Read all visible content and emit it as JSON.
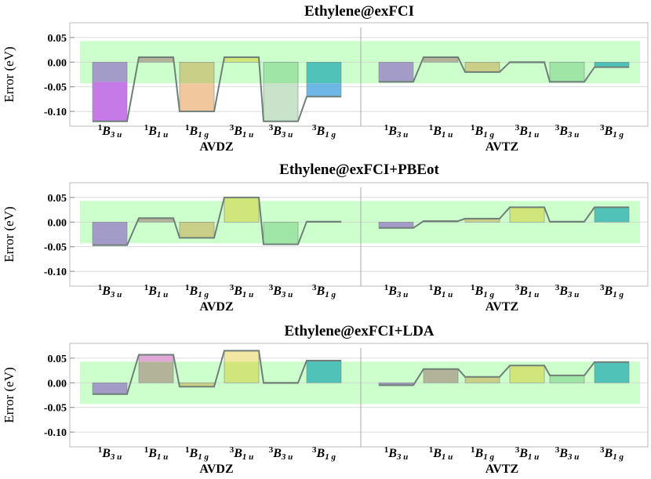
{
  "chart_data": [
    {
      "type": "bar",
      "title": "Ethylene@exFCI",
      "ylabel": "Error (eV)",
      "ylim": [
        -0.13,
        0.08
      ],
      "yticks": [
        "0.05",
        "0.00",
        "-0.05",
        "-0.10"
      ],
      "band": [
        -0.043,
        0.043
      ],
      "groups": [
        {
          "label": "AVDZ",
          "states": [
            {
              "label": "1B3u",
              "top": -0.04,
              "bottom": -0.12,
              "colors": [
                "#a39bc8",
                "#c57ae8"
              ]
            },
            {
              "label": "1B1u",
              "top": 0.01,
              "bottom": 0.0,
              "colors": [
                "#b3b399"
              ]
            },
            {
              "label": "1B1g",
              "top": -0.1,
              "bottom": 0.0,
              "colors": [
                "#c9cf86",
                "#f1c79d"
              ]
            },
            {
              "label": "3B1u",
              "top": 0.01,
              "bottom": 0.0,
              "colors": [
                "#d1e67a"
              ]
            },
            {
              "label": "3B3u",
              "top": -0.12,
              "bottom": 0.0,
              "colors": [
                "#9fe6a6",
                "#c9e3cb"
              ]
            },
            {
              "label": "3B1g",
              "top": -0.07,
              "bottom": 0.0,
              "colors": [
                "#50c2b8",
                "#6fb7e6"
              ]
            }
          ]
        },
        {
          "label": "AVTZ",
          "states": [
            {
              "label": "1B3u",
              "top": -0.04,
              "bottom": 0.0,
              "colors": [
                "#a39bc8"
              ]
            },
            {
              "label": "1B1u",
              "top": 0.01,
              "bottom": 0.0,
              "colors": [
                "#b3b399"
              ]
            },
            {
              "label": "1B1g",
              "top": -0.02,
              "bottom": 0.0,
              "colors": [
                "#c9cf86"
              ]
            },
            {
              "label": "3B1u",
              "top": 0.0,
              "bottom": 0.0,
              "colors": [
                "#d1e67a"
              ]
            },
            {
              "label": "3B3u",
              "top": -0.04,
              "bottom": 0.0,
              "colors": [
                "#9fe6a6"
              ]
            },
            {
              "label": "3B1g",
              "top": -0.01,
              "bottom": 0.0,
              "colors": [
                "#50c2b8"
              ]
            }
          ]
        }
      ]
    },
    {
      "type": "bar",
      "title": "Ethylene@exFCI+PBEot",
      "ylabel": "Error (eV)",
      "ylim": [
        -0.13,
        0.08
      ],
      "yticks": [
        "0.05",
        "0.00",
        "-0.05",
        "-0.10"
      ],
      "band": [
        -0.043,
        0.043
      ],
      "groups": [
        {
          "label": "AVDZ",
          "states": [
            {
              "label": "1B3u",
              "top": -0.047,
              "bottom": 0.0,
              "colors": [
                "#a39bc8"
              ]
            },
            {
              "label": "1B1u",
              "top": 0.008,
              "bottom": 0.0,
              "colors": [
                "#b3b399"
              ]
            },
            {
              "label": "1B1g",
              "top": -0.032,
              "bottom": 0.0,
              "colors": [
                "#c9cf86"
              ]
            },
            {
              "label": "3B1u",
              "top": 0.05,
              "bottom": 0.0,
              "colors": [
                "#d1e67a"
              ]
            },
            {
              "label": "3B3u",
              "top": -0.045,
              "bottom": 0.0,
              "colors": [
                "#9fe6a6"
              ]
            },
            {
              "label": "3B1g",
              "top": 0.001,
              "bottom": 0.0,
              "colors": [
                "#50c2b8"
              ]
            }
          ]
        },
        {
          "label": "AVTZ",
          "states": [
            {
              "label": "1B3u",
              "top": -0.012,
              "bottom": 0.0,
              "colors": [
                "#a39bc8"
              ]
            },
            {
              "label": "1B1u",
              "top": 0.002,
              "bottom": 0.0,
              "colors": [
                "#b3b399"
              ]
            },
            {
              "label": "1B1g",
              "top": 0.007,
              "bottom": 0.0,
              "colors": [
                "#c9cf86"
              ]
            },
            {
              "label": "3B1u",
              "top": 0.03,
              "bottom": 0.0,
              "colors": [
                "#d1e67a"
              ]
            },
            {
              "label": "3B3u",
              "top": 0.001,
              "bottom": 0.0,
              "colors": [
                "#9fe6a6"
              ]
            },
            {
              "label": "3B1g",
              "top": 0.03,
              "bottom": 0.0,
              "colors": [
                "#50c2b8"
              ]
            }
          ]
        }
      ]
    },
    {
      "type": "bar",
      "title": "Ethylene@exFCI+LDA",
      "ylabel": "Error (eV)",
      "ylim": [
        -0.13,
        0.08
      ],
      "yticks": [
        "0.05",
        "0.00",
        "-0.05",
        "-0.10"
      ],
      "band": [
        -0.043,
        0.043
      ],
      "groups": [
        {
          "label": "AVDZ",
          "states": [
            {
              "label": "1B3u",
              "top": -0.023,
              "bottom": 0.0,
              "colors": [
                "#a39bc8"
              ]
            },
            {
              "label": "1B1u",
              "top": 0.057,
              "bottom": 0.0,
              "colors": [
                "#b3b399",
                "#e0a8d6"
              ]
            },
            {
              "label": "1B1g",
              "top": -0.008,
              "bottom": 0.0,
              "colors": [
                "#c9cf86"
              ]
            },
            {
              "label": "3B1u",
              "top": 0.065,
              "bottom": 0.0,
              "colors": [
                "#d1e67a",
                "#f0e7a3"
              ]
            },
            {
              "label": "3B3u",
              "top": 0.0,
              "bottom": 0.0,
              "colors": [
                "#9fe6a6"
              ]
            },
            {
              "label": "3B1g",
              "top": 0.045,
              "bottom": 0.0,
              "colors": [
                "#50c2b8"
              ]
            }
          ]
        },
        {
          "label": "AVTZ",
          "states": [
            {
              "label": "1B3u",
              "top": -0.005,
              "bottom": 0.0,
              "colors": [
                "#a39bc8"
              ]
            },
            {
              "label": "1B1u",
              "top": 0.028,
              "bottom": 0.0,
              "colors": [
                "#b3b399"
              ]
            },
            {
              "label": "1B1g",
              "top": 0.012,
              "bottom": 0.0,
              "colors": [
                "#c9cf86"
              ]
            },
            {
              "label": "3B1u",
              "top": 0.035,
              "bottom": 0.0,
              "colors": [
                "#d1e67a"
              ]
            },
            {
              "label": "3B3u",
              "top": 0.015,
              "bottom": 0.0,
              "colors": [
                "#9fe6a6"
              ]
            },
            {
              "label": "3B1g",
              "top": 0.042,
              "bottom": 0.0,
              "colors": [
                "#50c2b8"
              ]
            }
          ]
        }
      ]
    }
  ],
  "colors": {
    "band": "#ccffcc",
    "line": "#6f7f77",
    "frame": "#bbbbbb",
    "grid": "#cfcfcf"
  }
}
